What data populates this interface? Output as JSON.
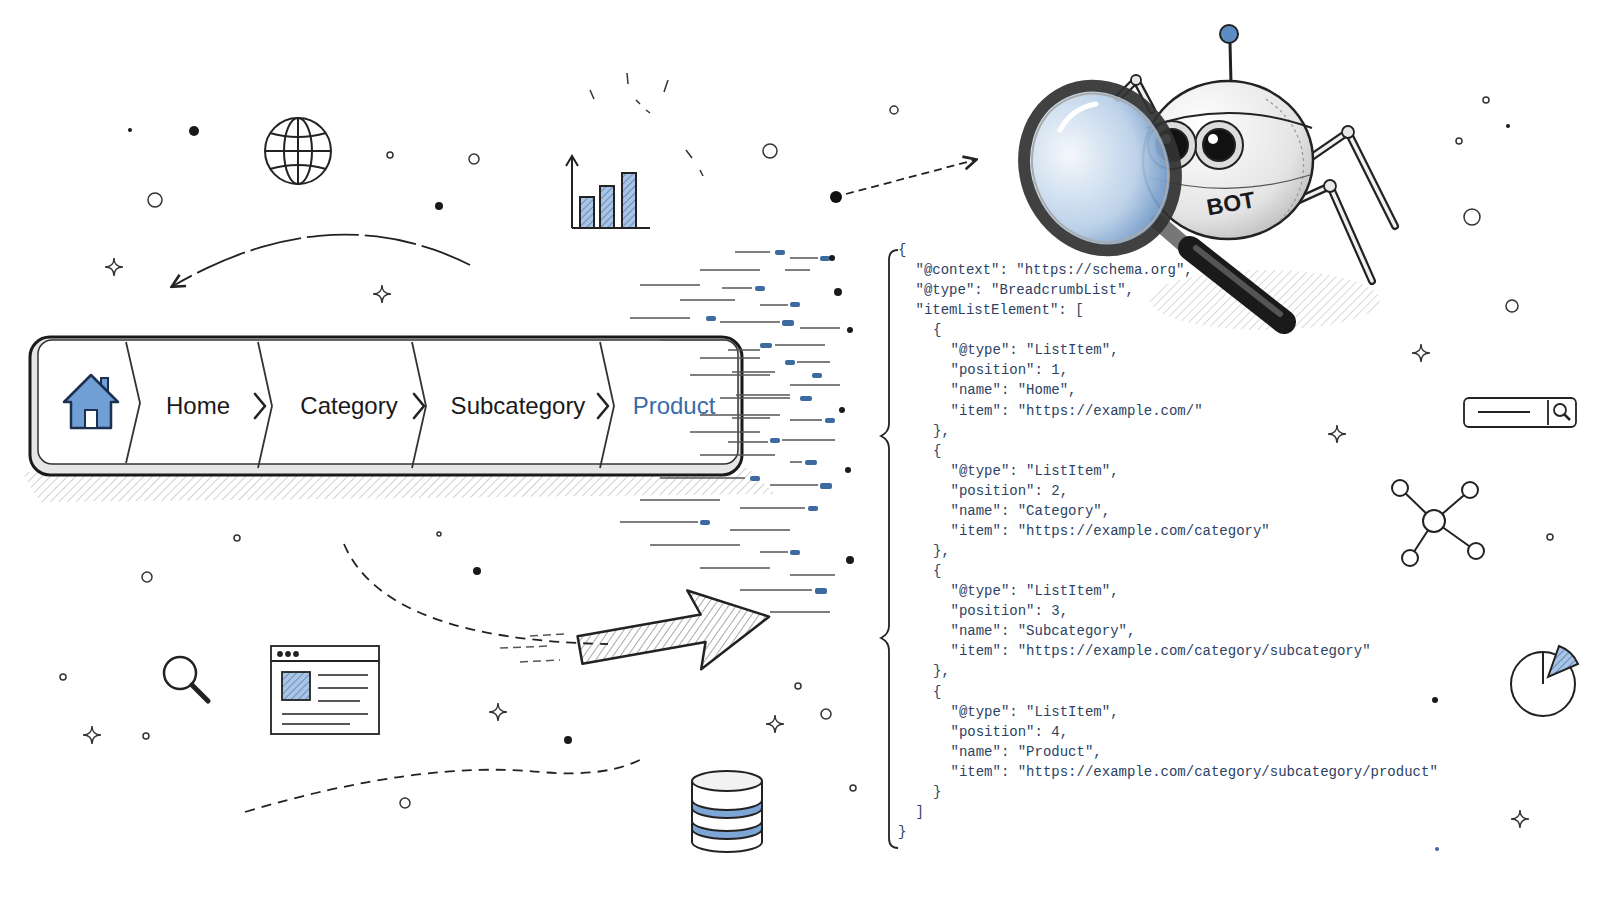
{
  "diagram": {
    "nodes": [
      {
        "text": [
          "Home"
        ]
      },
      {
        "text": [
          "Category"
        ]
      },
      {
        "text": [
          "Subcategory"
        ]
      },
      {
        "text": [
          "Product"
        ]
      },
      {
        "text": [
          "BOT"
        ]
      }
    ],
    "labels": [
      "{",
      "\"@context\": \"https://schema.org\",",
      "\"@type\": \"BreadcrumbList\",",
      "\"itemListElement\": [",
      "{",
      "\"@type\": \"ListItem\",",
      "\"position\": 1,",
      "\"name\": \"Home\",",
      "\"item\": \"https://example.com/\"",
      "},",
      "{",
      "\"@type\": \"ListItem\",",
      "\"position\": 2,",
      "\"name\": \"Category\",",
      "\"item\": \"https://example.com/category\"",
      "},",
      "{",
      "\"@type\": \"ListItem\",",
      "\"position\": 3,",
      "\"name\": \"Subcategory\",",
      "\"item\": \"https://example.com/category/subcategory\"",
      "},",
      "{",
      "\"@type\": \"ListItem\",",
      "\"position\": 4,",
      "\"name\": \"Product\",",
      "\"item\": \"https://example.com/category/subcategory/product\"",
      "}",
      "]",
      "}"
    ]
  }
}
